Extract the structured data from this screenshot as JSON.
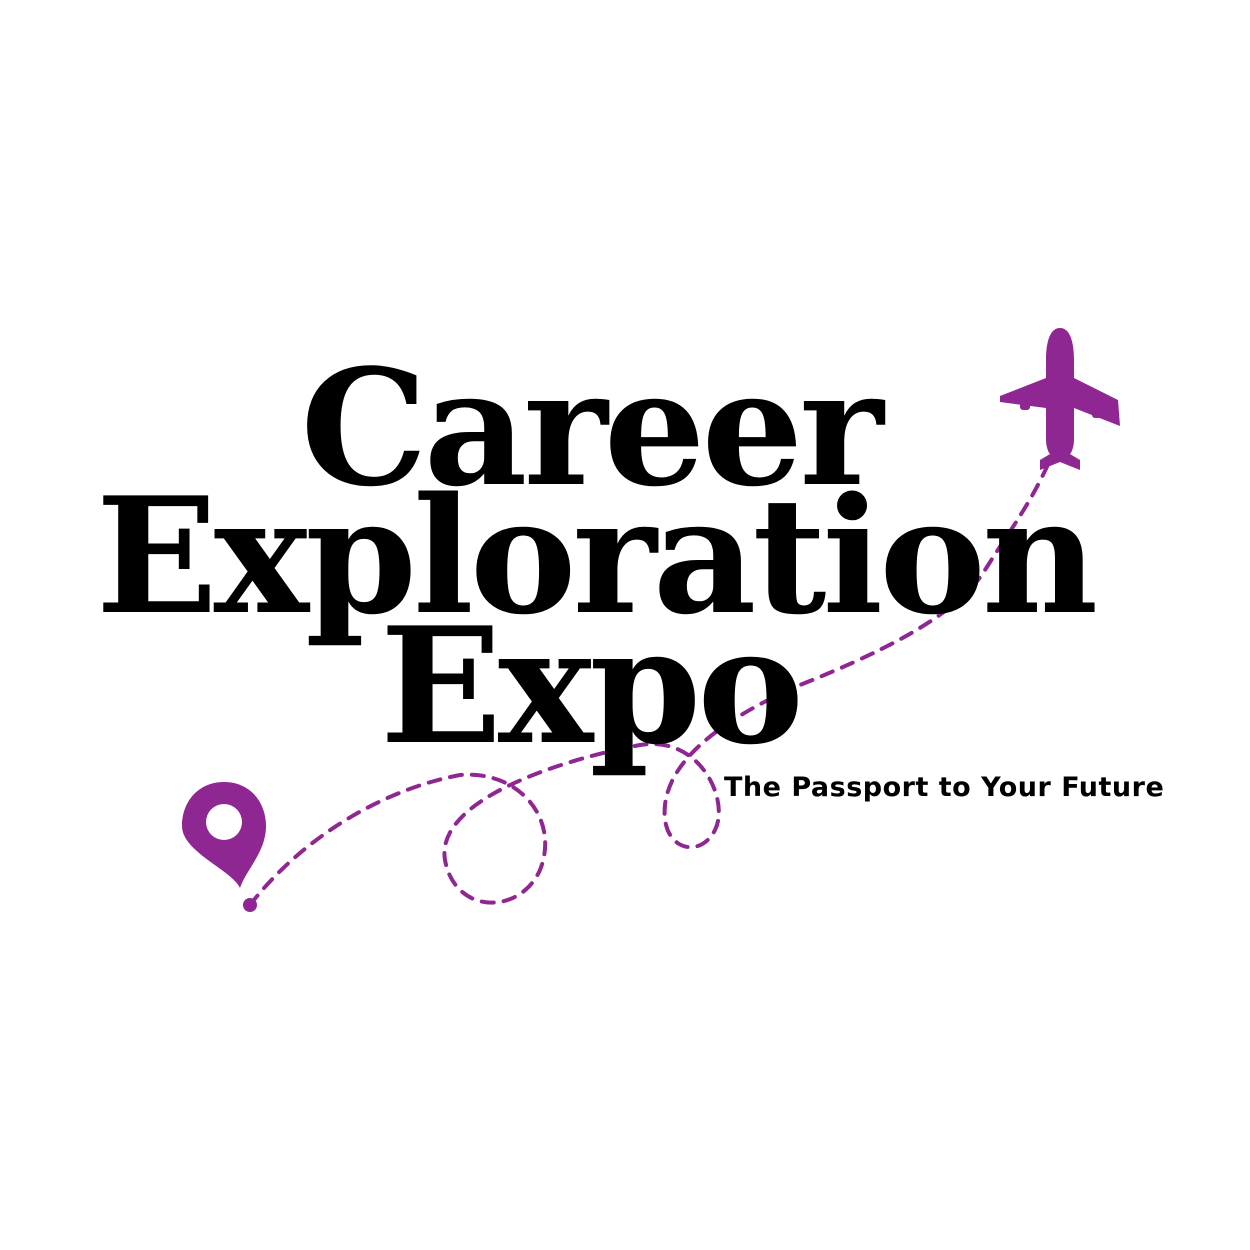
{
  "colors": {
    "accent": "#8e2792",
    "text": "#000000",
    "background": "#ffffff"
  },
  "title": {
    "line1": "Career",
    "line2": "Exploration",
    "line3": "Expo"
  },
  "tagline": "The Passport to Your Future",
  "icons": {
    "start": "location-pin-icon",
    "end": "airplane-icon"
  }
}
